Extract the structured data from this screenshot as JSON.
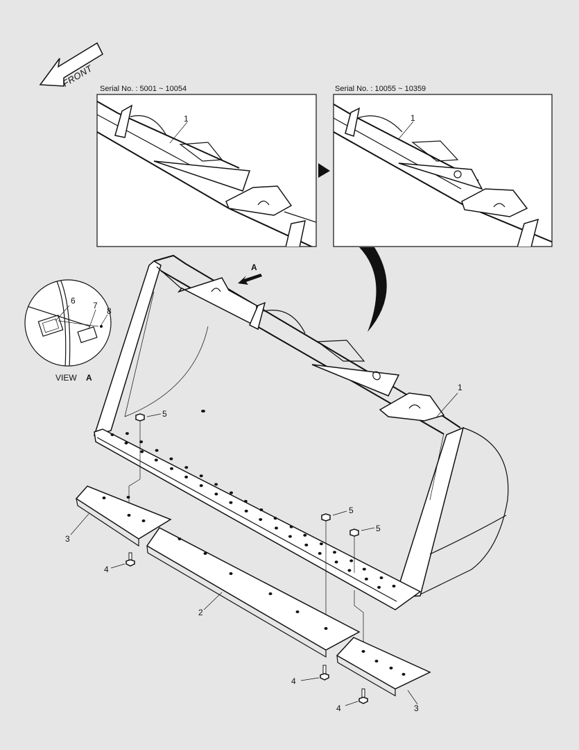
{
  "front_label": "FRONT",
  "serial_left": "Serial No. : 5001 ~ 10054",
  "serial_right": "Serial No. : 10055 ~ 10359",
  "view_word": "VIEW",
  "view_letter": "A",
  "arrow_label": "A",
  "callouts": {
    "c1_left": "1",
    "c1_right": "1",
    "c1_main": "1",
    "c2": "2",
    "c3_left": "3",
    "c3_right": "3",
    "c4_a": "4",
    "c4_b": "4",
    "c4_c": "4",
    "c5_a": "5",
    "c5_b": "5",
    "c5_c": "5",
    "c6": "6",
    "c7": "7",
    "c8": "8"
  }
}
